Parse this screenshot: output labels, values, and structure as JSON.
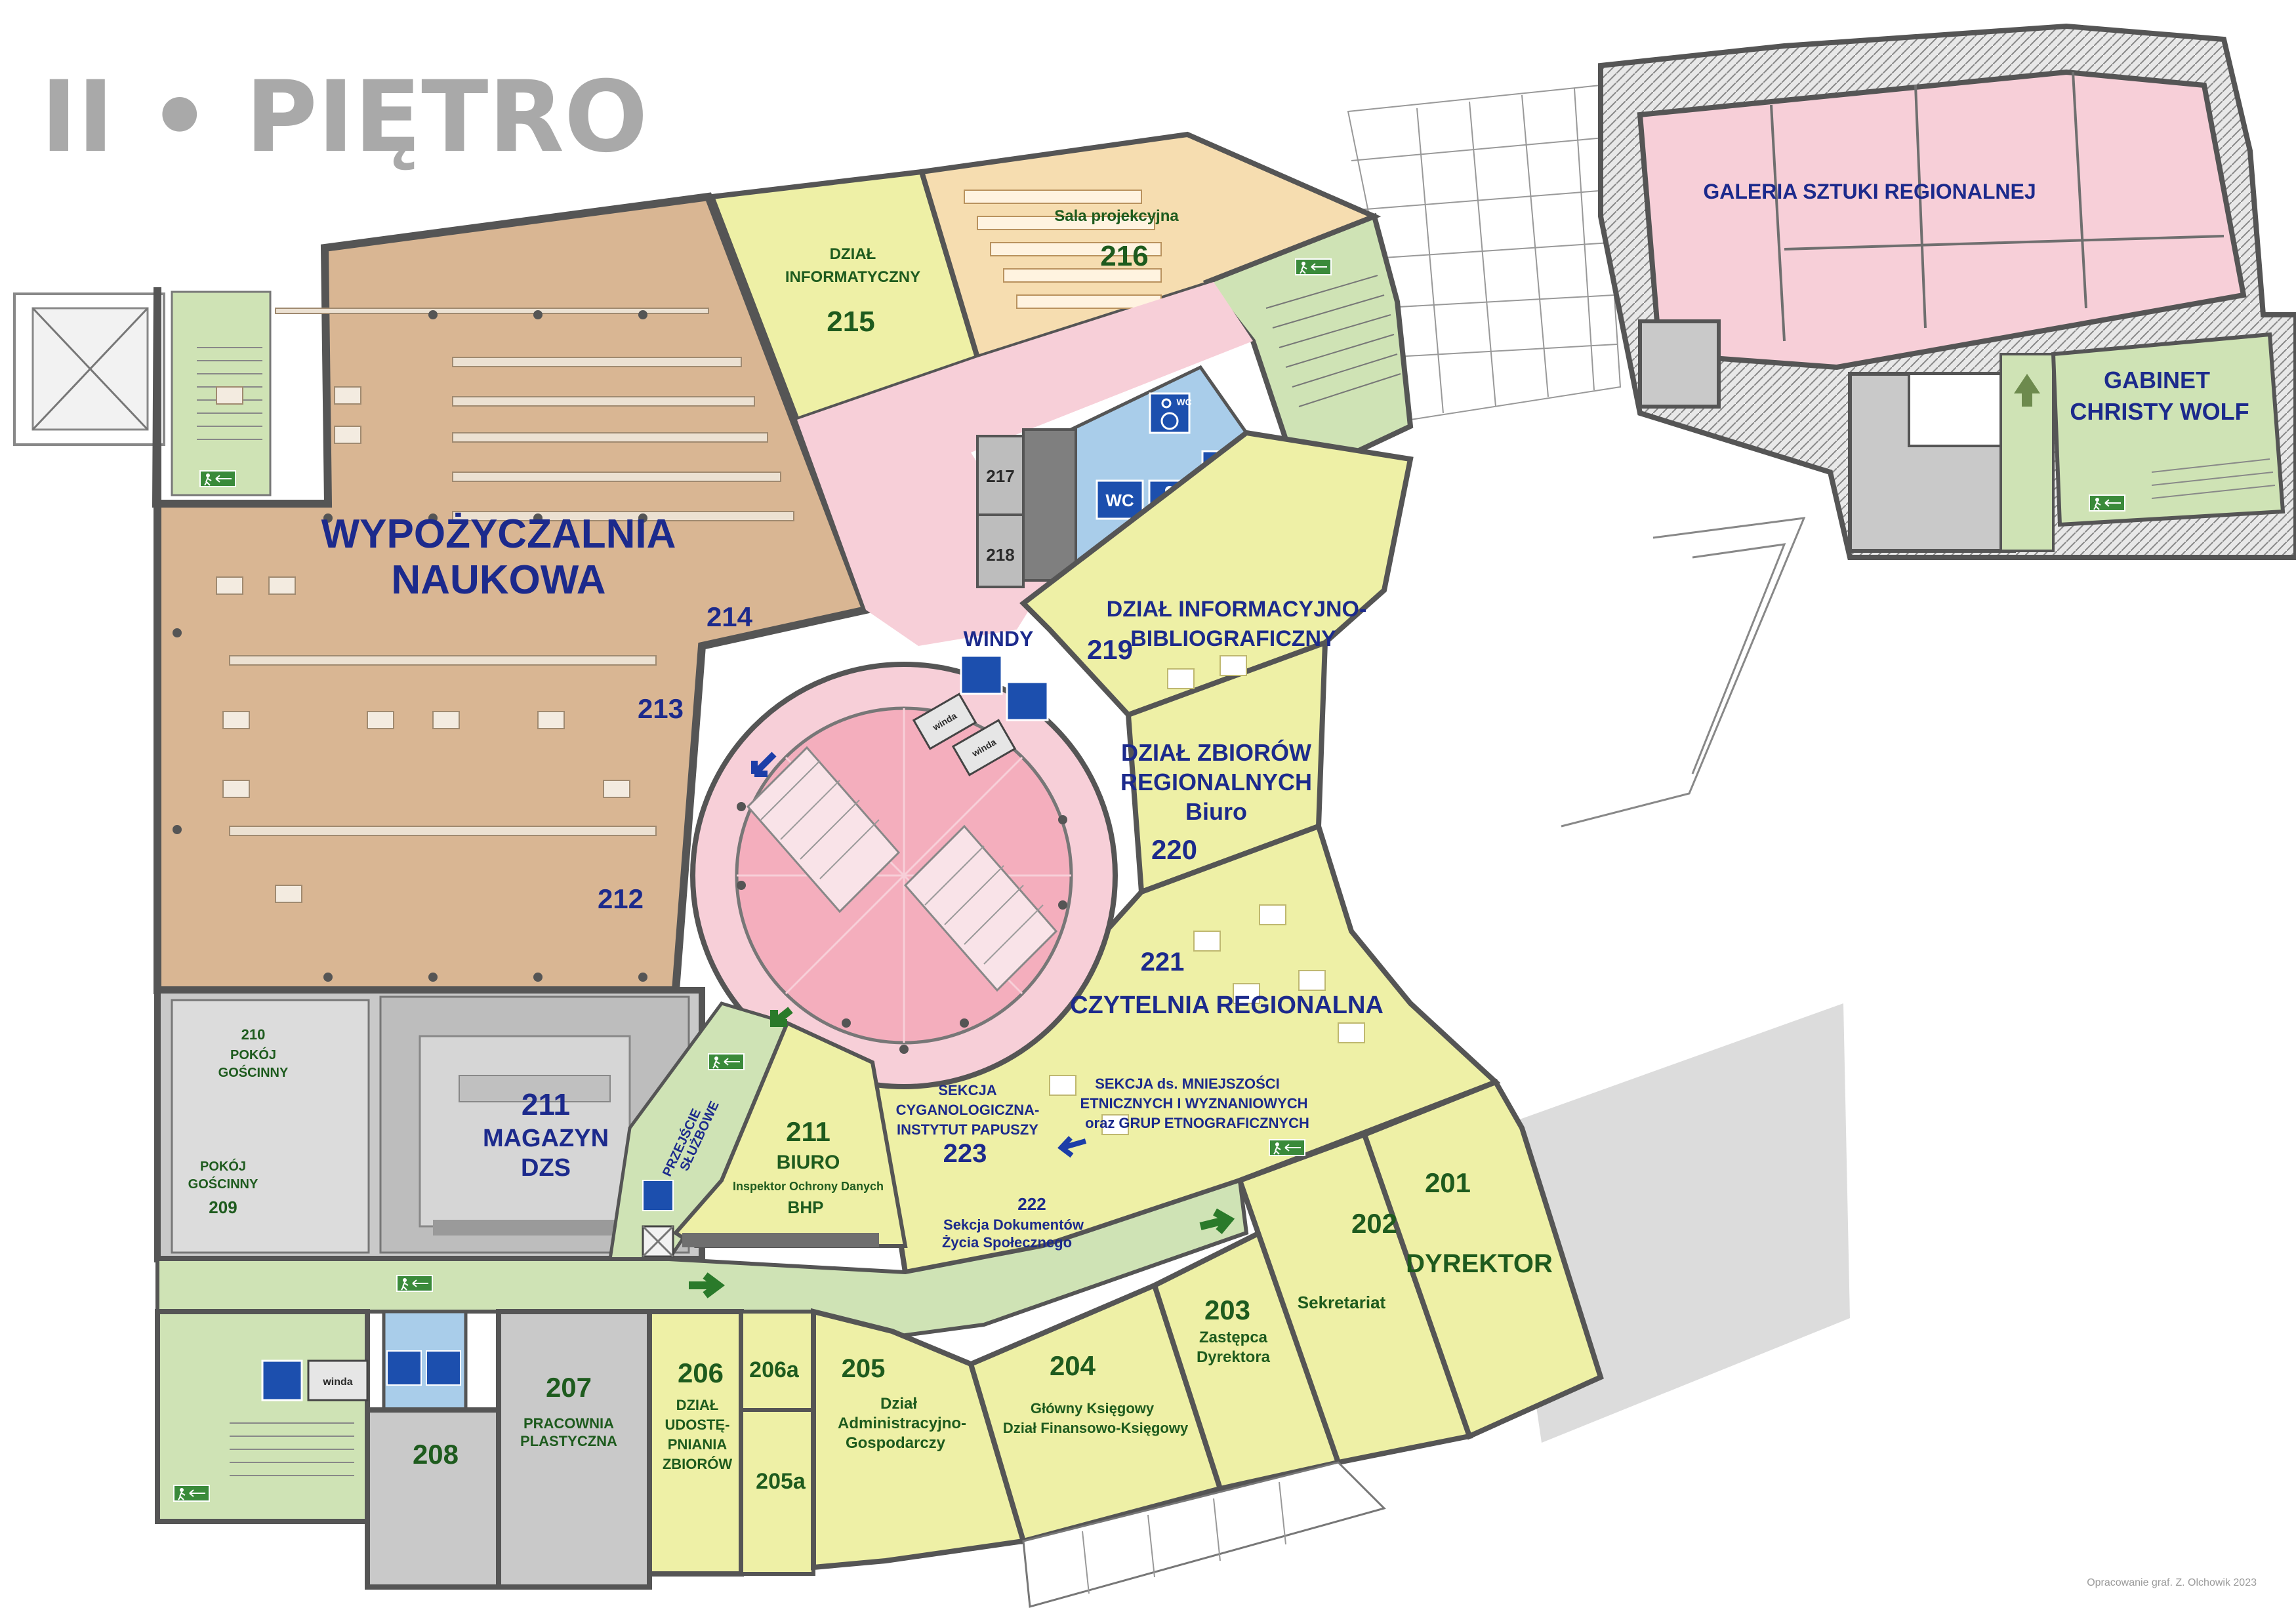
{
  "title": "II • PIĘTRO",
  "credit": "Opracowanie graf. Z. Olchowik 2023",
  "colors": {
    "reading_room": "#d9b693",
    "office_yellow": "#eef0a6",
    "hall_pink": "#f7cfd8",
    "corridor_green": "#cfe3b5",
    "storage_grey": "#c9c9c9",
    "wc_blue": "#a9cdea",
    "gallery_pink": "#f7cfd8",
    "projection_orange": "#f6ddb0",
    "label_navy": "#1c2a8c",
    "label_green": "#1e5b1e",
    "exit_sign": "#3a8a3a"
  },
  "rooms": {
    "r201": {
      "number": "201",
      "name": "DYREKTOR"
    },
    "r202": {
      "number": "202",
      "name": "Sekretariat"
    },
    "r203": {
      "number": "203",
      "name1": "Zastępca",
      "name2": "Dyrektora"
    },
    "r204": {
      "number": "204",
      "name1": "Główny Księgowy",
      "name2": "Dział Finansowo-Księgowy"
    },
    "r205": {
      "number": "205",
      "name1": "Dział",
      "name2": "Administracyjno-",
      "name3": "Gospodarczy"
    },
    "r205a": {
      "number": "205a"
    },
    "r206": {
      "number": "206",
      "name1": "DZIAŁ",
      "name2": "UDOSTĘ-",
      "name3": "PNIANIA",
      "name4": "ZBIORÓW"
    },
    "r206a": {
      "number": "206a"
    },
    "r207": {
      "number": "207",
      "name1": "PRACOWNIA",
      "name2": "PLASTYCZNA"
    },
    "r208": {
      "number": "208"
    },
    "r209": {
      "number": "209",
      "name1": "POKÓJ",
      "name2": "GOŚCINNY"
    },
    "r210": {
      "number": "210",
      "name1": "POKÓJ",
      "name2": "GOŚCINNY"
    },
    "r211_mag": {
      "number": "211",
      "name1": "MAGAZYN",
      "name2": "DZS"
    },
    "r211_bhp": {
      "number": "211",
      "name1": "BIURO",
      "name2": "Inspektor Ochrony Danych",
      "name3": "BHP"
    },
    "r212": {
      "number": "212"
    },
    "r213": {
      "number": "213"
    },
    "r214": {
      "number": "214"
    },
    "wyp": {
      "name1": "WYPOŻYCZALNIA",
      "name2": "NAUKOWA"
    },
    "r215": {
      "number": "215",
      "name1": "DZIAŁ",
      "name2": "INFORMATYCZNY"
    },
    "r216": {
      "number": "216",
      "name": "Sala projekcyjna"
    },
    "r217": {
      "number": "217"
    },
    "r218": {
      "number": "218"
    },
    "r219": {
      "number": "219",
      "name1": "DZIAŁ INFORMACYJNO-",
      "name2": "BIBLIOGRAFICZNY"
    },
    "r220": {
      "number": "220",
      "name1": "DZIAŁ ZBIORÓW",
      "name2": "REGIONALNYCH",
      "name3": "Biuro"
    },
    "r221": {
      "number": "221",
      "name": "CZYTELNIA REGIONALNA"
    },
    "r222": {
      "number": "222",
      "name1": "Sekcja Dokumentów",
      "name2": "Życia Społecznego"
    },
    "r223": {
      "number": "223",
      "name1": "SEKCJA",
      "name2": "CYGANOLOGICZNA-",
      "name3": "INSTYTUT PAPUSZY"
    },
    "sekcja_mn": {
      "name1": "SEKCJA ds. MNIEJSZOŚCI",
      "name2": "ETNICZNYCH I WYZNANIOWYCH",
      "name3": "oraz GRUP ETNOGRAFICZNYCH"
    },
    "galeria": {
      "name": "GALERIA SZTUKI REGIONALNEJ"
    },
    "gabinet": {
      "name1": "GABINET",
      "name2": "CHRISTY WOLF"
    },
    "przejscie": {
      "name1": "PRZEJŚCIE",
      "name2": "SŁUŻBOWE"
    }
  },
  "labels": {
    "windy": "WINDY",
    "wc": "WC",
    "winda": "winda"
  },
  "icons": [
    "exit-sign-icon",
    "wheelchair-icon",
    "man-icon",
    "woman-icon",
    "elevator-icon",
    "direction-arrow-icon"
  ]
}
